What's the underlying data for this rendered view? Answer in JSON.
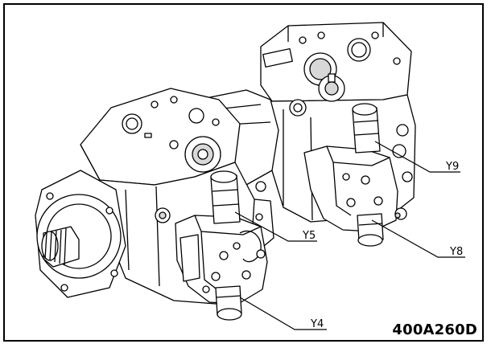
{
  "figure": {
    "id": "400A260D"
  },
  "callouts": [
    {
      "label": "Y9"
    },
    {
      "label": "Y5"
    },
    {
      "label": "Y8"
    },
    {
      "label": "Y4"
    }
  ],
  "colors": {
    "line": "#000000",
    "background": "#ffffff",
    "shade": "#d8d8d8"
  }
}
